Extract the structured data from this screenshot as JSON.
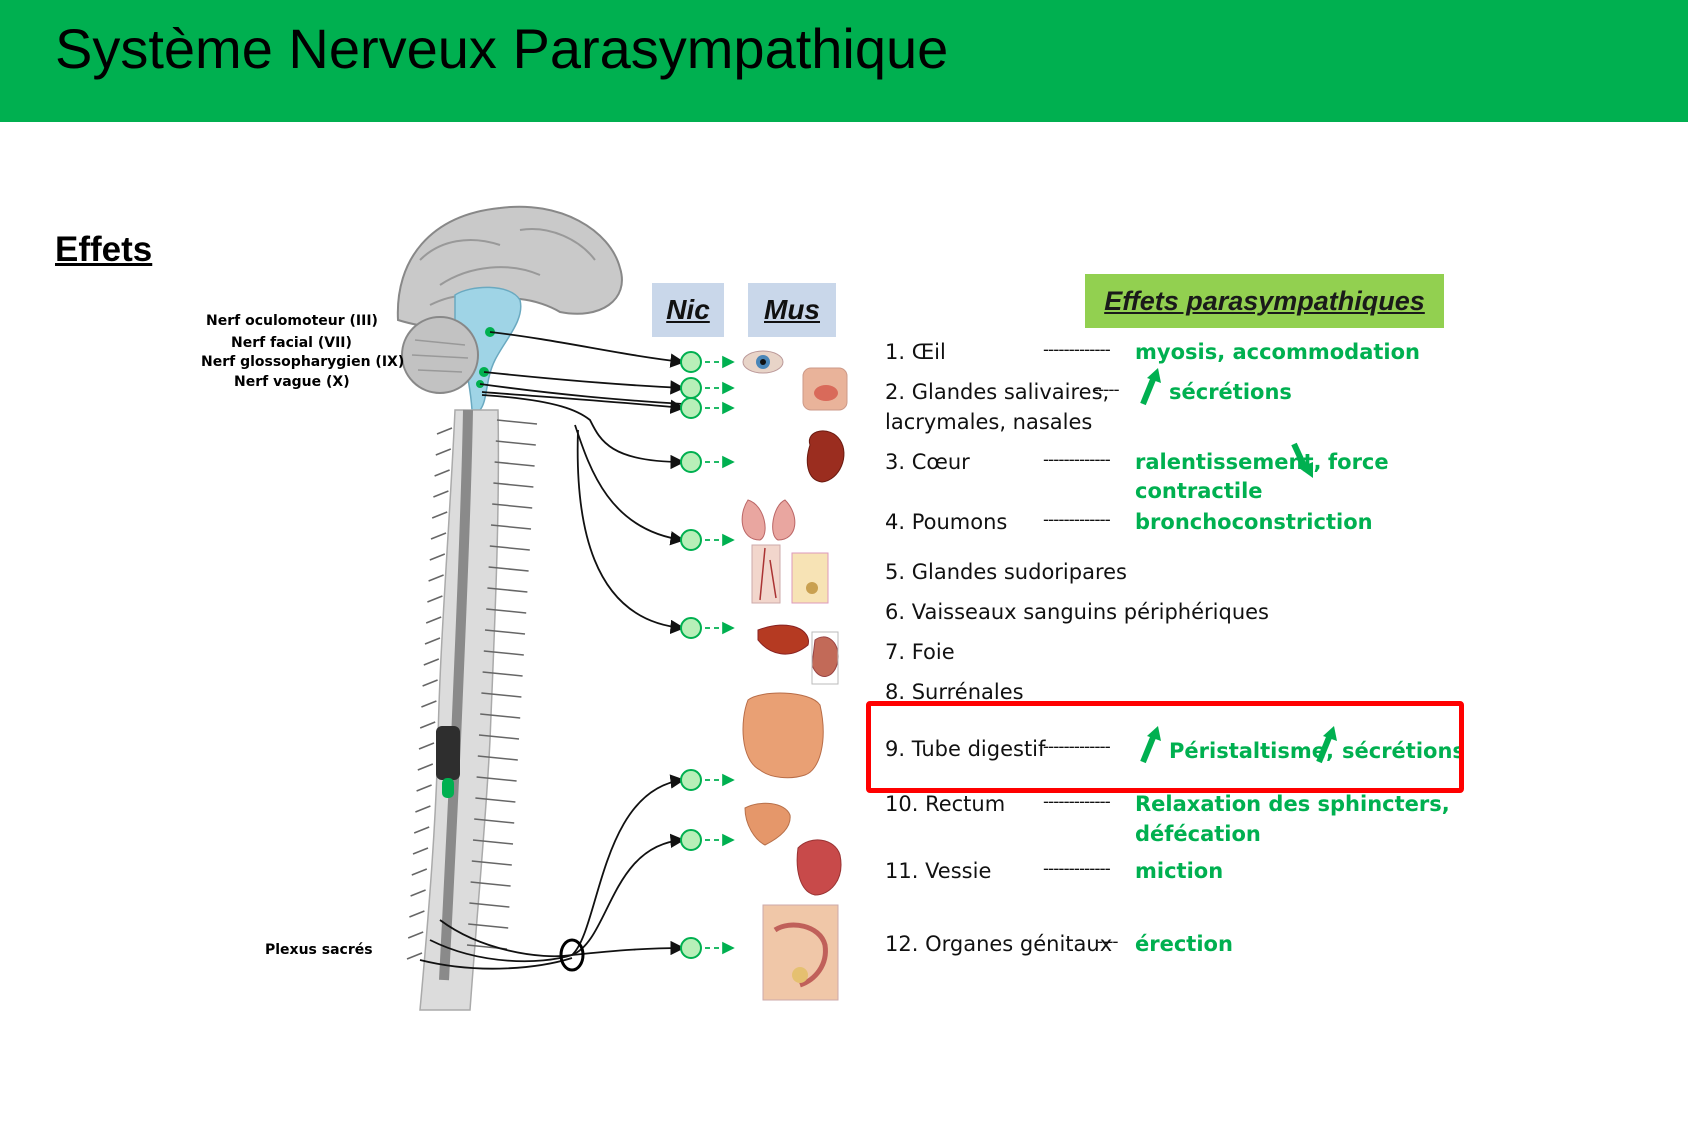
{
  "header": {
    "title": "Système Nerveux Parasympathique",
    "color": "#00b050"
  },
  "section_title": "Effets",
  "nerves": [
    "Nerf oculomoteur (III)",
    "Nerf facial (VII)",
    "Nerf glossopharygien (IX)",
    "Nerf vague (X)"
  ],
  "plexus_label": "Plexus sacrés",
  "receptor_columns": {
    "nic": "Nic",
    "mus": "Mus"
  },
  "effects_header": "Effets parasympathiques",
  "organs": [
    {
      "label": "1. Œil",
      "dashes": "-------------",
      "effect": "myosis, accommodation"
    },
    {
      "label": "2. Glandes salivaires,",
      "label2": "lacrymales, nasales",
      "dashes": "-----",
      "effect": "sécrétions",
      "arrow": "up"
    },
    {
      "label": "3. Cœur",
      "dashes": "-------------",
      "effect": "ralentissement,",
      "effect_after": "force",
      "effect2": "contractile",
      "arrow": "down"
    },
    {
      "label": "4. Poumons",
      "dashes": "-------------",
      "effect": "bronchoconstriction"
    },
    {
      "label": "5.  Glandes sudoripares"
    },
    {
      "label": "6. Vaisseaux sanguins périphériques"
    },
    {
      "label": "7. Foie"
    },
    {
      "label": "8. Surrénales"
    },
    {
      "label": "9. Tube digestif",
      "dashes": "-------------",
      "effect": "Péristaltisme,",
      "effect_after": "sécrétions",
      "arrow": "up"
    },
    {
      "label": "10.  Rectum",
      "dashes": "-------------",
      "effect": "Relaxation des sphincters,",
      "effect2": "défécation"
    },
    {
      "label": "11.  Vessie",
      "dashes": "-------------",
      "effect": "miction"
    },
    {
      "label": "12. Organes génitaux",
      "dashes": "----",
      "effect": "érection"
    }
  ],
  "colors": {
    "accent": "#00b050",
    "effect_header_bg": "#92d050",
    "column_bg": "#c9d7ea",
    "highlight": "#ff0000"
  }
}
